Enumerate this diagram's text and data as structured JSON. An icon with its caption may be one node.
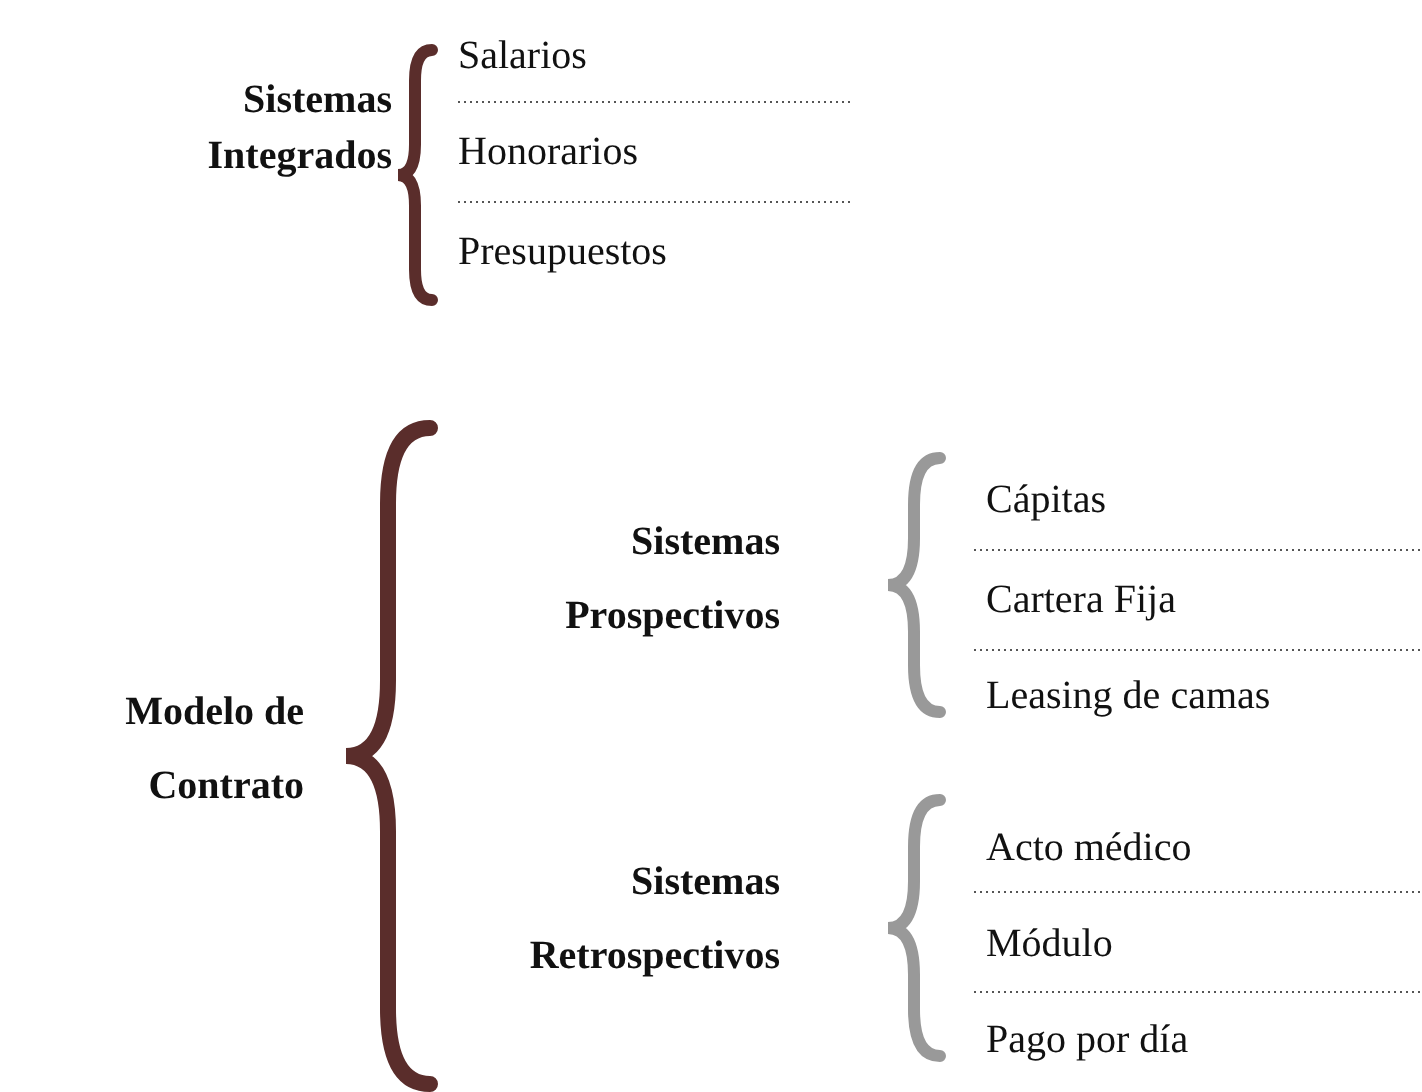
{
  "diagram": {
    "labels": [
      "Sistemas Integrados",
      "Salarios",
      "Honorarios",
      "Presupuestos",
      "Modelo de Contrato",
      "Sistemas Prospectivos",
      "Cápitas",
      "Cartera Fija",
      "Leasing de camas",
      "Sistemas Retrospectivos",
      "Acto médico",
      "Módulo",
      "Pago por día"
    ]
  }
}
